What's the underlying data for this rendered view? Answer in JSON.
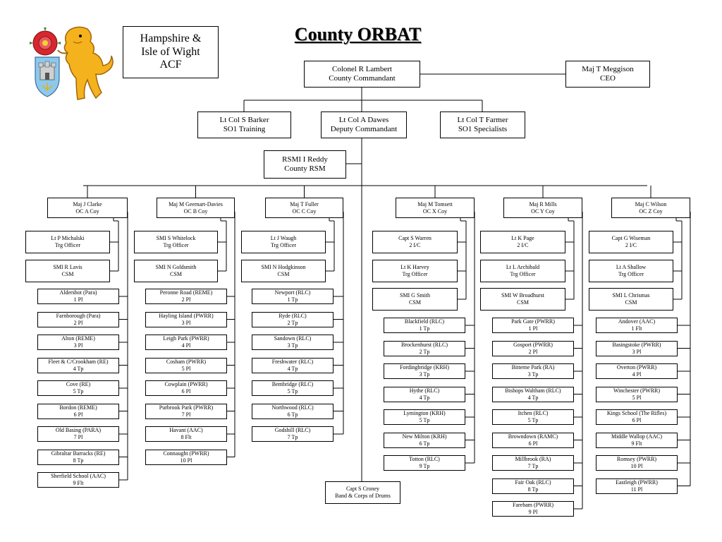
{
  "title": "County ORBAT",
  "header_box": [
    "Hampshire &",
    "Isle of Wight",
    "ACF"
  ],
  "colors": {
    "line": "#000000",
    "lion": "#f4b21d",
    "rose_red": "#d7262e",
    "shield_blue": "#8ec9ec"
  },
  "top": {
    "commandant": [
      "Colonel R Lambert",
      "County Commandant"
    ],
    "ceo": [
      "Maj T Meggison",
      "CEO"
    ],
    "so1_training": [
      "Lt Col S Barker",
      "SO1 Training"
    ],
    "deputy": [
      "Lt Col A Dawes",
      "Deputy Commandant"
    ],
    "so1_specialists": [
      "Lt Col T Farmer",
      "SO1 Specialists"
    ],
    "rsm": [
      "RSMI I Reddy",
      "County RSM"
    ],
    "band": [
      "Capt S Croney",
      "Band & Corps of Drums"
    ]
  },
  "companies": [
    {
      "oc": [
        "Maj J Clarke",
        "OC A Coy"
      ],
      "staff": [
        [
          "Lt P Michalski",
          "Trg Officer"
        ],
        [
          "SMI R Lavis",
          "CSM"
        ]
      ],
      "dets": [
        [
          "Aldershot (Para)",
          "1 Pl"
        ],
        [
          "Farnborough (Para)",
          "2 Pl"
        ],
        [
          "Alton (REME)",
          "3 Pl"
        ],
        [
          "Fleet & C/Crookham (RE)",
          "4 Tp"
        ],
        [
          "Cove (RE)",
          "5 Tp"
        ],
        [
          "Bordon (REME)",
          "6 Pl"
        ],
        [
          "Old Basing  (PARA)",
          "7 Pl"
        ],
        [
          "Gibraltar Barracks (RE)",
          "8 Tp"
        ],
        [
          "Sherfield School (AAC)",
          "9 Flt"
        ]
      ]
    },
    {
      "oc": [
        "Maj M Geernart-Davies",
        "OC B Coy"
      ],
      "staff": [
        [
          "SMI S Whitelock",
          "Trg Officer"
        ],
        [
          "SMI N Goldsmith",
          "CSM"
        ]
      ],
      "dets": [
        [
          "Peronne Road (REME)",
          "2 Pl"
        ],
        [
          "Hayling Island (PWRR)",
          "3 Pl"
        ],
        [
          "Leigh Park (PWRR)",
          "4 Pl"
        ],
        [
          "Cosham (PWRR)",
          "5 Pl"
        ],
        [
          "Cowplain (PWRR)",
          "6 Pl"
        ],
        [
          "Purbrook Park (PWRR)",
          "7 Pl"
        ],
        [
          "Havant (AAC)",
          "8 Flt"
        ],
        [
          "Connaught (PWRR)",
          "10 Pl"
        ]
      ]
    },
    {
      "oc": [
        "Maj T Fuller",
        "OC C Coy"
      ],
      "staff": [
        [
          "Lt J Waugh",
          "Trg Officer"
        ],
        [
          "SMI N Hodgkinson",
          "CSM"
        ]
      ],
      "dets": [
        [
          "Newport  (RLC)",
          "1 Tp"
        ],
        [
          "Ryde (RLC)",
          "2 Tp"
        ],
        [
          "Sandown (RLC)",
          "3 Tp"
        ],
        [
          "Freshwater (RLC)",
          "4 Tp"
        ],
        [
          "Bembridge (RLC)",
          "5 Tp"
        ],
        [
          "Northwood (RLC)",
          "6 Tp"
        ],
        [
          "Godshill (RLC)",
          "7 Tp"
        ]
      ]
    },
    {
      "oc": [
        "Maj M Tomsett",
        "OC X Coy"
      ],
      "staff": [
        [
          "Capt S Warren",
          "2 I/C"
        ],
        [
          "Lt K Harvey",
          "Trg Officer"
        ],
        [
          "SMI G Smith",
          "CSM"
        ]
      ],
      "dets": [
        [
          "Blackfield (RLC)",
          "1 Tp"
        ],
        [
          "Brockenhurst (RLC)",
          "2 Tp"
        ],
        [
          "Fordingbridge  (KRH)",
          "3 Tp"
        ],
        [
          "Hythe (RLC)",
          "4 Tp"
        ],
        [
          "Lymington  (KRH)",
          "5 Tp"
        ],
        [
          "New Milton (KRH)",
          "6 Tp"
        ],
        [
          "Totton (RLC)",
          "9 Tp"
        ]
      ]
    },
    {
      "oc": [
        "Maj R Mills",
        "OC Y Coy"
      ],
      "staff": [
        [
          "Lt K Page",
          "2 I/C"
        ],
        [
          "Lt L Archibald",
          "Trg Officer"
        ],
        [
          "SMI W Broadhurst",
          "CSM"
        ]
      ],
      "dets": [
        [
          "Park Gate (PWRR)",
          "1 Pl"
        ],
        [
          "Gosport (PWRR)",
          "2 Pl"
        ],
        [
          "Bitterne Park (RA)",
          "3 Tp"
        ],
        [
          "Bishops Waltham (RLC)",
          "4 Tp"
        ],
        [
          "Itchen (RLC)",
          "5 Tp"
        ],
        [
          "Browndown (RAMC)",
          "6 Pl"
        ],
        [
          "Millbrook (RA)",
          "7 Tp"
        ],
        [
          "Fair Oak (RLC)",
          "8 Tp"
        ],
        [
          "Fareham (PWRR)",
          "9 Pl"
        ]
      ]
    },
    {
      "oc": [
        "Maj C Wilson",
        "OC Z Coy"
      ],
      "staff": [
        [
          "Capt G Wiseman",
          "2 I/C"
        ],
        [
          "Lt A Shallow",
          "Trg Officer"
        ],
        [
          "SMI L Chrismas",
          "CSM"
        ]
      ],
      "dets": [
        [
          "Andover (AAC)",
          "1 Flt"
        ],
        [
          "Basingstoke (PWRR)",
          "3 Pl"
        ],
        [
          "Overton (PWRR)",
          "4 Pl"
        ],
        [
          "Winchester (PWRR)",
          "5 Pl"
        ],
        [
          "Kings School (The Rifles)",
          "6 Pl"
        ],
        [
          "Middle Wallop (AAC)",
          "9 Flt"
        ],
        [
          "Romsey (PWRR)",
          "10 Pl"
        ],
        [
          "Eastleigh (PWRR)",
          "11 Pl"
        ]
      ]
    }
  ]
}
